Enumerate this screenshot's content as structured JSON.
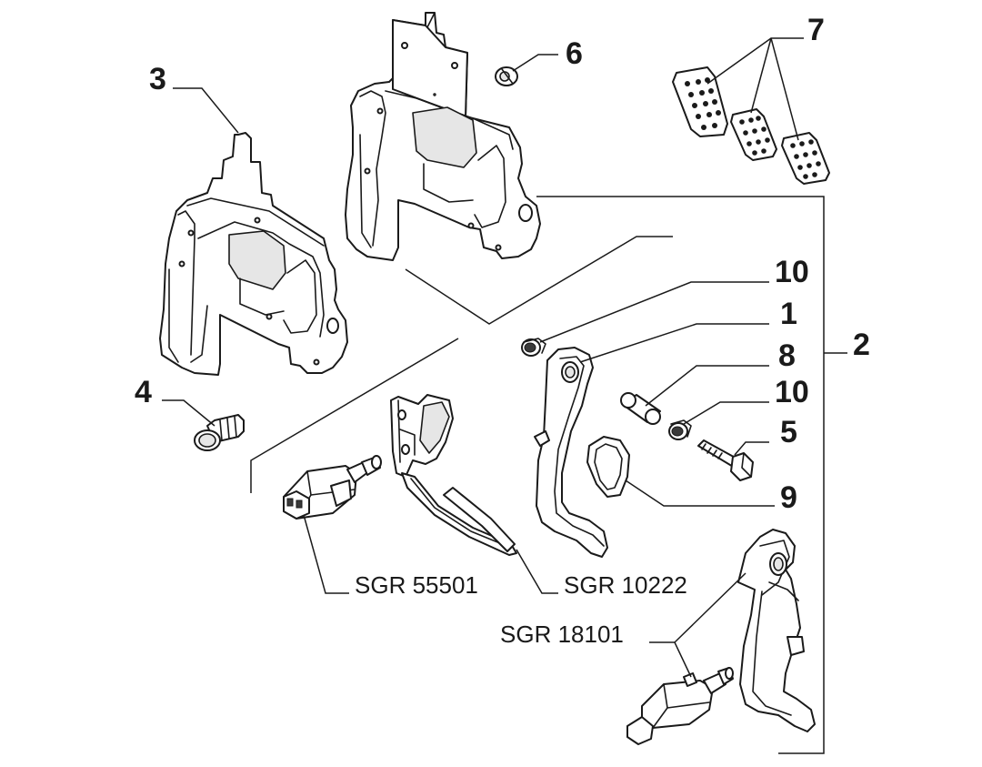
{
  "callouts": {
    "c1": "1",
    "c2": "2",
    "c3": "3",
    "c4": "4",
    "c5": "5",
    "c6": "6",
    "c7": "7",
    "c8": "8",
    "c9": "9",
    "c10a": "10",
    "c10b": "10"
  },
  "references": {
    "sgr55501": "SGR 55501",
    "sgr10222": "SGR 10222",
    "sgr18101": "SGR 18101"
  },
  "colors": {
    "line": "#1a1a1a",
    "background": "#ffffff"
  }
}
